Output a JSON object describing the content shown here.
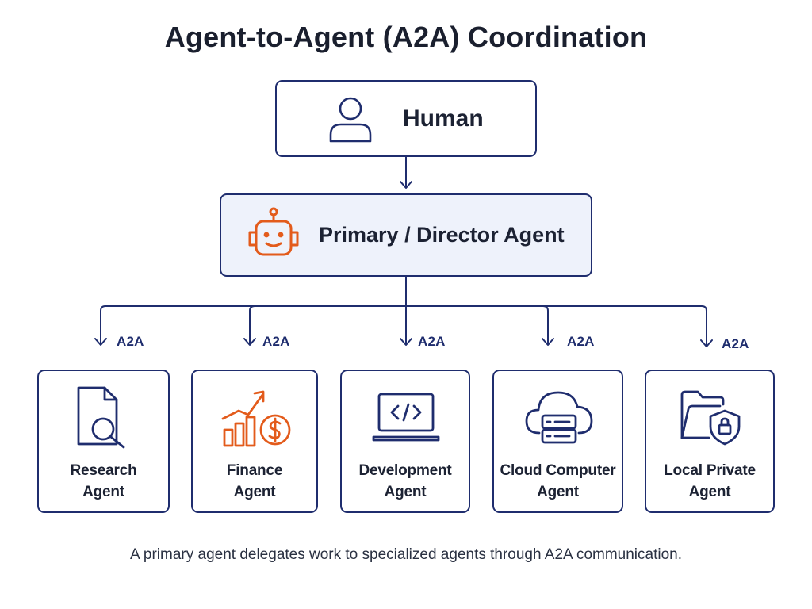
{
  "title": "Agent-to-Agent (A2A) Coordination",
  "human": {
    "label": "Human",
    "icon": "user-icon"
  },
  "primary": {
    "label": "Primary / Director Agent",
    "icon": "robot-icon"
  },
  "connector_label": "A2A",
  "agents": [
    {
      "line1": "Research",
      "line2": "Agent",
      "icon": "document-search-icon"
    },
    {
      "line1": "Finance",
      "line2": "Agent",
      "icon": "chart-growth-dollar-icon"
    },
    {
      "line1": "Development",
      "line2": "Agent",
      "icon": "laptop-code-icon"
    },
    {
      "line1": "Cloud Computer",
      "line2": "Agent",
      "icon": "cloud-server-icon"
    },
    {
      "line1": "Local Private",
      "line2": "Agent",
      "icon": "folder-shield-lock-icon"
    }
  ],
  "caption": "A primary agent delegates work to specialized agents through A2A communication.",
  "colors": {
    "navy": "#1f2d6e",
    "accent": "#e35b1b",
    "highlight_fill": "#eef2fb",
    "text": "#1c2233"
  }
}
